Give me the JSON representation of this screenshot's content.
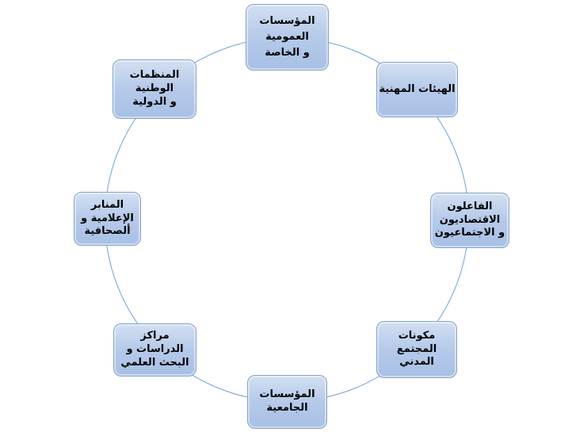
{
  "diagram": {
    "type": "cycle",
    "text_direction": "rtl",
    "circle_color": "#6aa2dc",
    "node_fill_top": "#d3e0f2",
    "node_fill_bottom": "#a7c0e5",
    "node_border_color": "#87a1c3",
    "text_color": "#000000",
    "nodes": [
      {
        "id": "top",
        "label": "المؤسسات\nالعمومية\nو الخاصة"
      },
      {
        "id": "top-right",
        "label": "الهيئات المهنية"
      },
      {
        "id": "right",
        "label": "الفاعلون\nالاقتصاديون\nو الاجتماعيون"
      },
      {
        "id": "bottom-right",
        "label": "مكونات\nالمجتمع\nالمدني"
      },
      {
        "id": "bottom",
        "label": "المؤسسات\nالجامعية"
      },
      {
        "id": "bottom-left",
        "label": "مراكز\nالدراسات و\nالبحث العلمي"
      },
      {
        "id": "left",
        "label": "المنابر\nالإعلامية و\nألصحافية"
      },
      {
        "id": "top-left",
        "label": "المنظمات\nالوطنية\nو الدولية"
      }
    ]
  }
}
